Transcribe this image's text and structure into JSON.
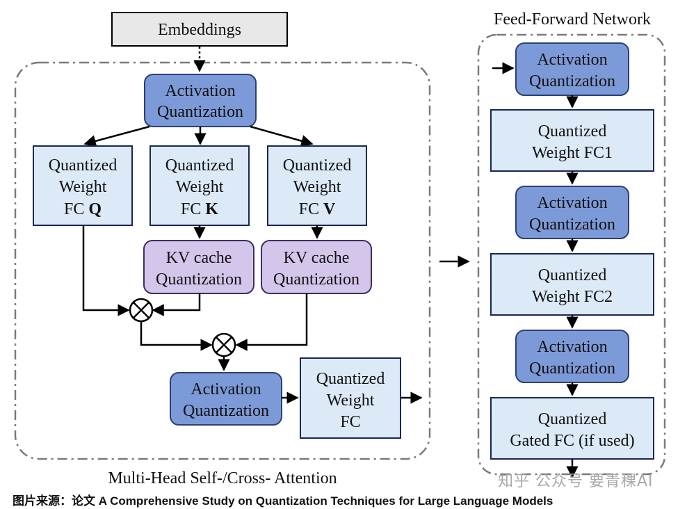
{
  "colors": {
    "activation_fill": "#7d9ad8",
    "activation_stroke": "#2a3f75",
    "weight_fill": "#dce9f7",
    "weight_stroke": "#1a2850",
    "kv_fill": "#d3c6ea",
    "kv_stroke": "#3f2d63",
    "embed_fill": "#e8e8e8",
    "line": "#000000",
    "dash": "#7a7a7a"
  },
  "embeddings_label": "Embeddings",
  "attention": {
    "title": "Multi-Head Self-/Cross- Attention",
    "activation_top": [
      "Activation",
      "Quantization"
    ],
    "fc_q": {
      "line1": "Quantized",
      "line2": "Weight",
      "prefix": "FC",
      "bold": "Q"
    },
    "fc_k": {
      "line1": "Quantized",
      "line2": "Weight",
      "prefix": "FC",
      "bold": "K"
    },
    "fc_v": {
      "line1": "Quantized",
      "line2": "Weight",
      "prefix": "FC",
      "bold": "V"
    },
    "kv_cache_k": [
      "KV cache",
      "Quantization"
    ],
    "kv_cache_v": [
      "KV cache",
      "Quantization"
    ],
    "activation_bottom": [
      "Activation",
      "Quantization"
    ],
    "fc_out": [
      "Quantized",
      "Weight",
      "FC"
    ]
  },
  "ffn": {
    "title": "Feed-Forward Network",
    "activation_1": [
      "Activation",
      "Quantization"
    ],
    "fc1": [
      "Quantized",
      "Weight FC1"
    ],
    "activation_2": [
      "Activation",
      "Quantization"
    ],
    "fc2": [
      "Quantized",
      "Weight FC2"
    ],
    "activation_3": [
      "Activation",
      "Quantization"
    ],
    "gated_fc": [
      "Quantized",
      "Gated FC (if used)"
    ]
  },
  "caption": "图片来源：论文 A Comprehensive Study on Quantization Techniques for Large Language Models",
  "watermark": "知乎 公众号 要青稞AI"
}
